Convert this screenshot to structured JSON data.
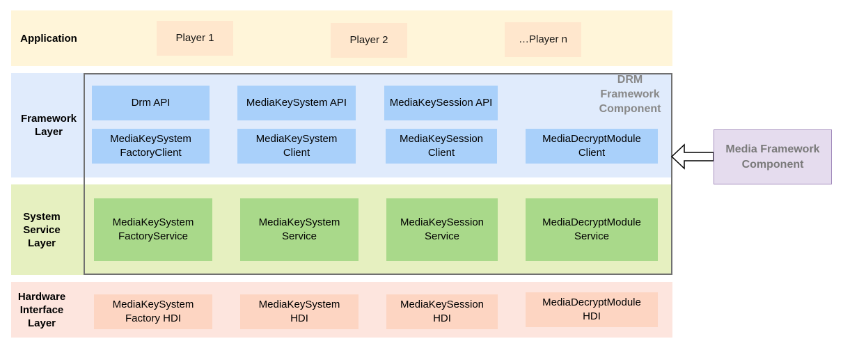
{
  "layers": {
    "application": "Application",
    "framework": "Framework\nLayer",
    "system_service": "System\nService\nLayer",
    "hardware_interface": "Hardware\nInterface\nLayer"
  },
  "application": {
    "players": [
      "Player 1",
      "Player 2",
      "…Player n"
    ]
  },
  "framework": {
    "apis": [
      "Drm API",
      "MediaKeySystem API",
      "MediaKeySession API"
    ],
    "clients": [
      "MediaKeySystem\nFactoryClient",
      "MediaKeySystem\nClient",
      "MediaKeySession\nClient",
      "MediaDecryptModule\nClient"
    ]
  },
  "system_service": {
    "services": [
      "MediaKeySystem\nFactoryService",
      "MediaKeySystem\nService",
      "MediaKeySession\nService",
      "MediaDecryptModule\nService"
    ]
  },
  "hardware_interface": {
    "hdis": [
      "MediaKeySystem\nFactory HDI",
      "MediaKeySystem\nHDI",
      "MediaKeySession\nHDI",
      "MediaDecryptModule\nHDI"
    ]
  },
  "drm_component_label": "DRM\nFramework\nComponent",
  "media_framework_label": "Media Framework\nComponent",
  "colors": {
    "application_band": "#FFF2CC",
    "framework_band": "#DAE8FC",
    "system_band": "#E6F0C0",
    "hardware_band": "#FDE0D8",
    "framework_box": "#A9D0FA",
    "system_box": "#A9D98A",
    "hardware_box": "#FDD5C2",
    "player_box": "#FFE6CC",
    "media_framework_box": "#E5DCEE"
  }
}
